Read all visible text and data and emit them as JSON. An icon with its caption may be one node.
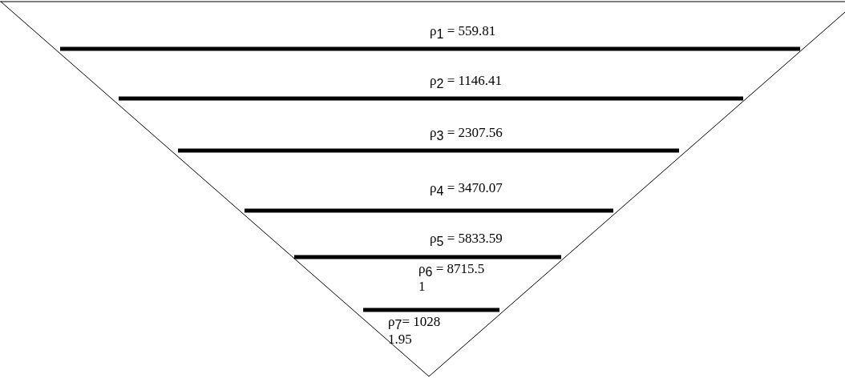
{
  "diagram": {
    "labels": [
      "ρ$_{1}$ = 559.81",
      "ρ$_{2}$ = 1146.41",
      "ρ$_{3}$ = 2307.56",
      "ρ$_{4}$ = 3470.07",
      "ρ$_{5}$ = 5833.59",
      "ρ$_{6}$ = 8715.51",
      "ρ$_{7}$= 10281.95"
    ]
  }
}
